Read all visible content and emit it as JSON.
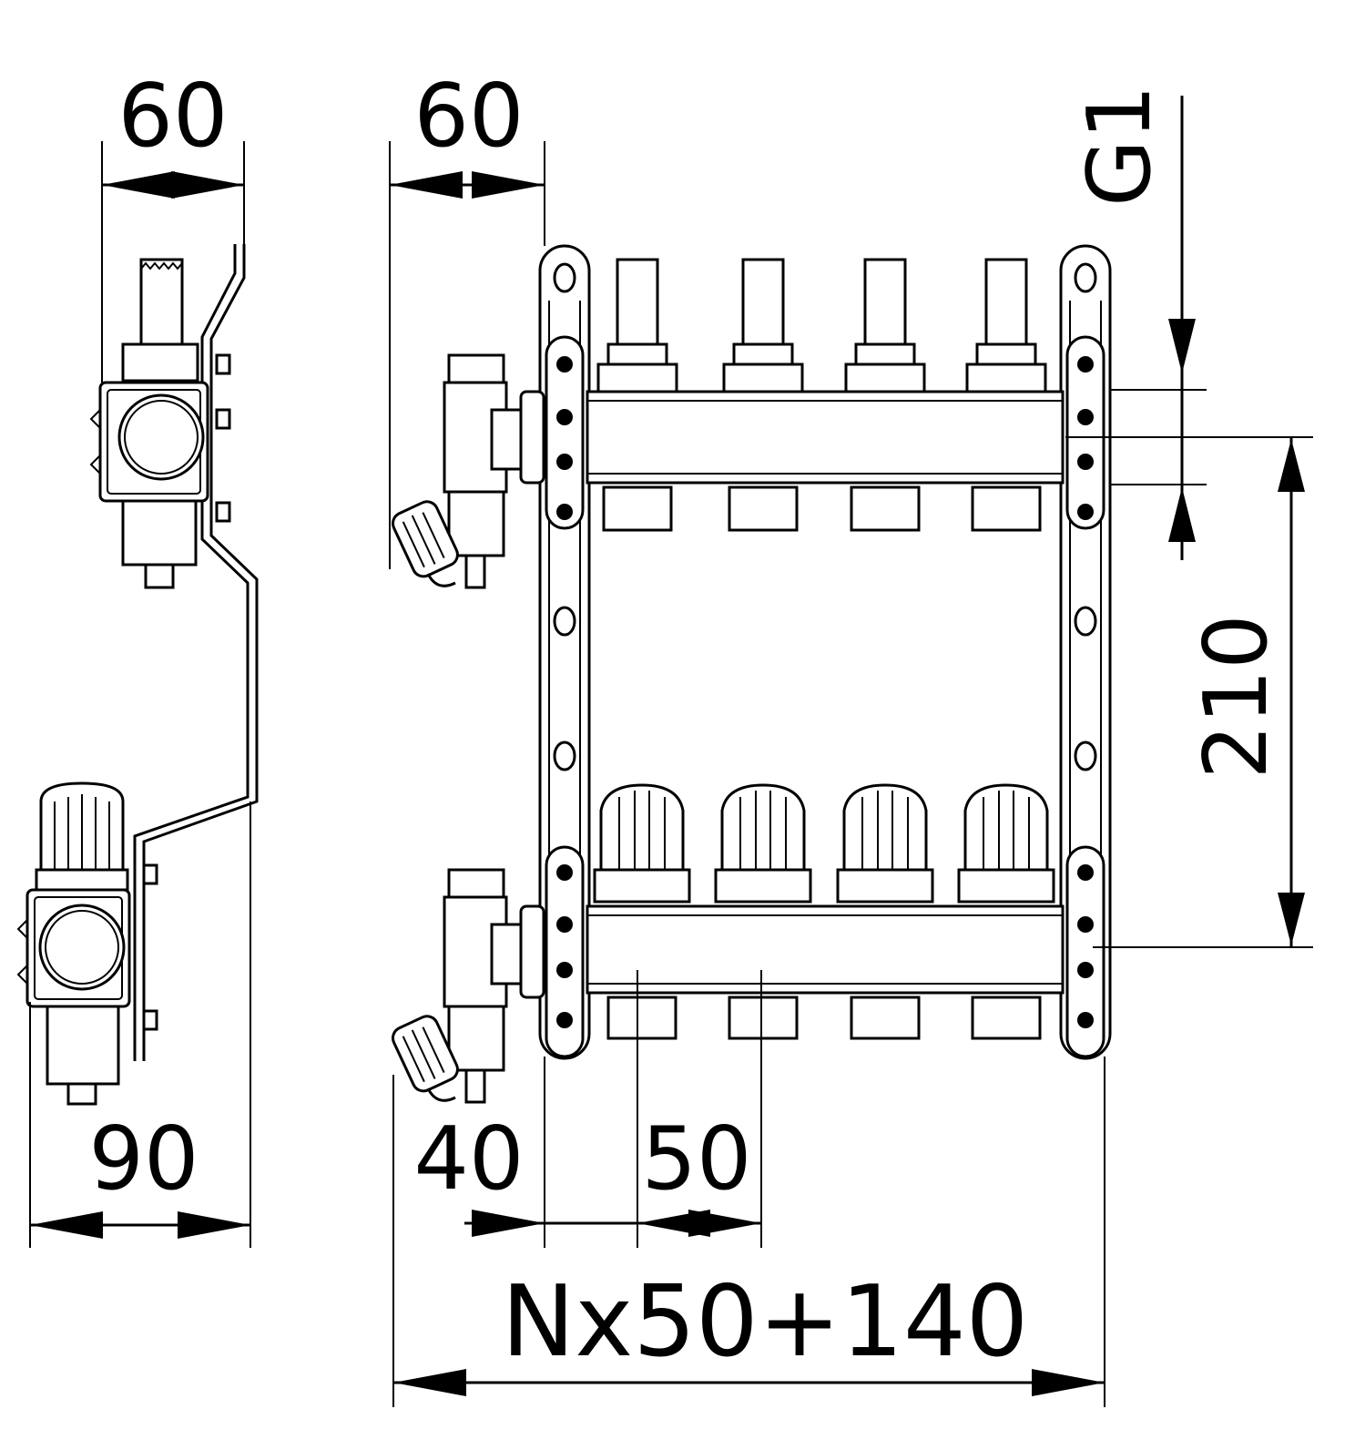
{
  "title": "Manifold dimension drawing",
  "dimensions": {
    "side_top_width": "60",
    "front_offset": "60",
    "thread": "G1",
    "height": "210",
    "side_bottom_width": "90",
    "edge_offset": "40",
    "pitch": "50",
    "total_length": "Nx50+140"
  },
  "outlets": 4,
  "line_color": "#000000"
}
